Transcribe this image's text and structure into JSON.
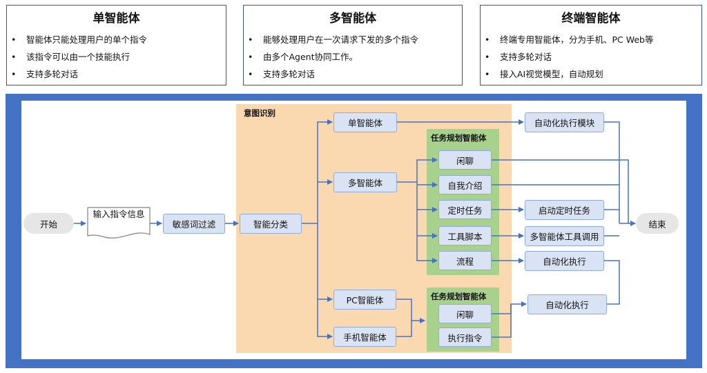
{
  "panels": [
    {
      "title": "单智能体",
      "items": [
        "智能体只能处理用户的单个指令",
        "该指令可以由一个技能执行",
        "支持多轮对话"
      ]
    },
    {
      "title": "多智能体",
      "items": [
        "能够处理用户在一次请求下发的多个指令",
        "由多个Agent协同工作。",
        "支持多轮对话"
      ]
    },
    {
      "title": "终端智能体",
      "items": [
        "终端专用智能体，分为手机、PC Web等",
        "支持多轮对话",
        "接入AI视觉模型，自动规划"
      ]
    }
  ],
  "flow": {
    "start": "开始",
    "input": "输入指令信息",
    "filter": "敏感词过滤",
    "intent_label": "意图识别",
    "classify": "智能分类",
    "single": "单智能体",
    "multi": "多智能体",
    "pc": "PC智能体",
    "mobile": "手机智能体",
    "plan_label_1": "任务规划智能体",
    "plan_label_2": "任务规划智能体",
    "chat_1": "闲聊",
    "intro": "自我介绍",
    "timed": "定时任务",
    "script": "工具脚本",
    "process": "流程",
    "chat_2": "闲聊",
    "exec_cmd": "执行指令",
    "auto_module": "自动化执行模块",
    "start_timed": "启动定时任务",
    "multi_tool": "多智能体工具调用",
    "auto_exec_1": "自动化执行",
    "auto_exec_2": "自动化执行",
    "end": "结束"
  },
  "colors": {
    "frame": "#4472c4",
    "node_fill": "#dae3f3",
    "node_border": "#8faadc",
    "orange_region": "#fbd9b0",
    "green_region": "#a9d18e",
    "connector": "#4472c4"
  }
}
